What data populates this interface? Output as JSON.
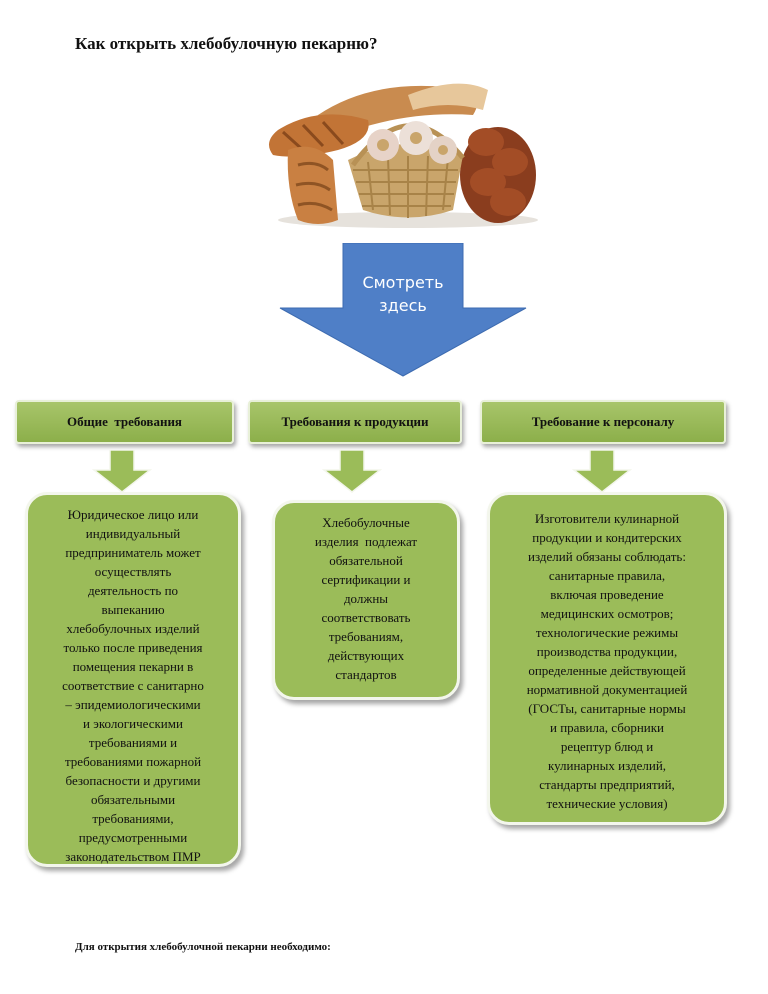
{
  "page": {
    "title": "Как открыть хлебобулочную пекарню?",
    "footer": "Для открытия хлебобулочной пекарни необходимо:"
  },
  "photo": {
    "icon": "bread-basket-icon"
  },
  "arrow": {
    "lines": [
      "Смотреть",
      "здесь"
    ],
    "color": "#4f7fc7"
  },
  "columns": [
    {
      "header": "Общие  требования",
      "lines": [
        "Юридическое лицо или",
        "индивидуальный",
        "предприниматель может",
        "осуществлять",
        "деятельность по",
        "выпеканию",
        "хлебобулочных изделий",
        "только после приведения",
        "помещения пекарни в",
        "соответствие с санитарно",
        "– эпидемиологическими",
        "и экологическими",
        "требованиями и",
        "требованиями пожарной",
        "безопасности и другими",
        "обязательными",
        "требованиями,",
        "предусмотренными",
        "законодательством ПМР"
      ]
    },
    {
      "header": "Требования к продукции",
      "lines": [
        "Хлебобулочные",
        "изделия  подлежат",
        "обязательной",
        "сертификации и",
        "должны",
        "соответствовать",
        "требованиям,",
        "действующих",
        "стандартов"
      ]
    },
    {
      "header": "Требование к персоналу",
      "lines": [
        "Изготовители кулинарной",
        "продукции и кондитерских",
        "изделий обязаны соблюдать:",
        "санитарные правила,",
        "включая проведение",
        "медицинских осмотров;",
        "технологические режимы",
        "производства продукции,",
        "определенные действующей",
        "нормативной документацией",
        "(ГОСТы, санитарные нормы",
        "и правила, сборники",
        "рецептур блюд и",
        "кулинарных изделий,",
        "стандарты предприятий,",
        "технические условия)"
      ]
    }
  ],
  "colors": {
    "green": "#9bbc59",
    "green_dark": "#8caf4a",
    "blue": "#4f7fc7"
  }
}
